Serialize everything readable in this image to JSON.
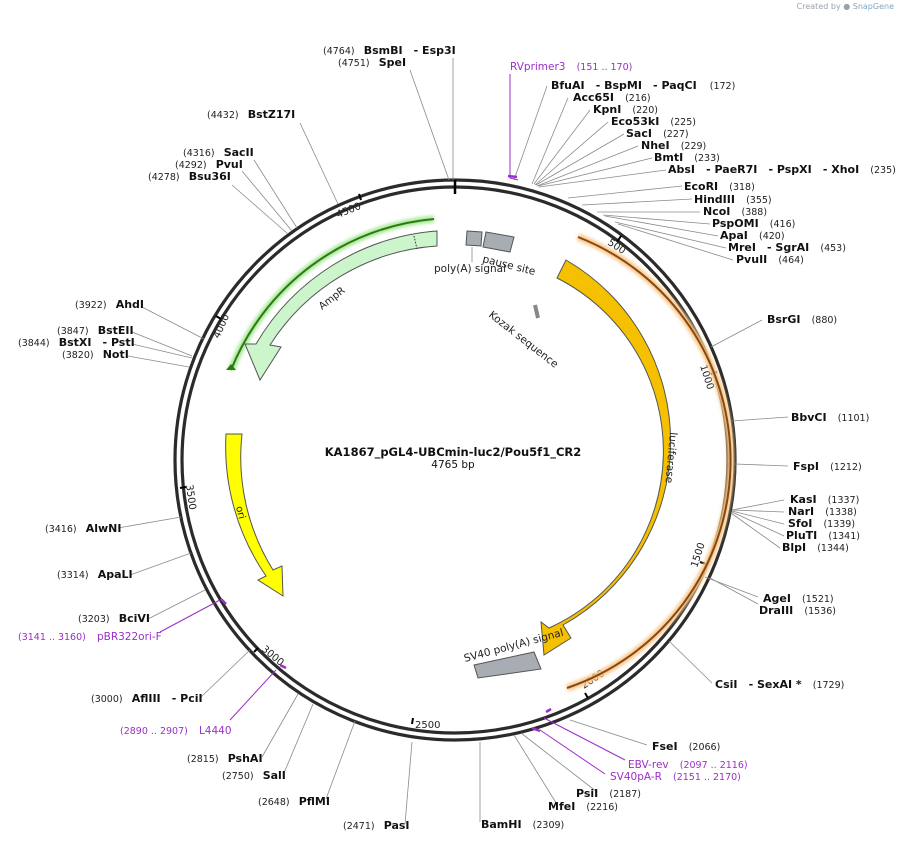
{
  "app": {
    "credit_prefix": "Created by",
    "credit_brand": "SnapGene"
  },
  "plasmid": {
    "name": "KA1867_pGL4-UBCmin-luc2/Pou5f1_CR2",
    "size_label": "4765 bp",
    "length": 4765
  },
  "ticks": [
    "500",
    "1000",
    "1500",
    "2000",
    "2500",
    "3000",
    "3500",
    "4000",
    "4500"
  ],
  "features": {
    "luciferase": "luciferase",
    "ampr": "AmpR",
    "ori": "ori",
    "sv40": "SV40 poly(A) signal",
    "pause_site": "pause site",
    "polya": "poly(A) signal",
    "kozak": "Kozak sequence"
  },
  "enzymes": {
    "esp3i": {
      "pos": "(4764)",
      "name": "BsmBI",
      "alt": "- Esp3I"
    },
    "spei": {
      "pos": "(4751)",
      "name": "SpeI"
    },
    "bstz17i": {
      "pos": "(4432)",
      "name": "BstZ17I"
    },
    "sacii": {
      "pos": "(4316)",
      "name": "SacII"
    },
    "pvui": {
      "pos": "(4292)",
      "name": "PvuI"
    },
    "bsu36i": {
      "pos": "(4278)",
      "name": "Bsu36I"
    },
    "ahdi": {
      "pos": "(3922)",
      "name": "AhdI"
    },
    "bsteii": {
      "pos": "(3847)",
      "name": "BstEII"
    },
    "bstxi": {
      "pos": "(3844)",
      "name": "BstXI",
      "alt": "- PstI"
    },
    "noti": {
      "pos": "(3820)",
      "name": "NotI"
    },
    "alwni": {
      "pos": "(3416)",
      "name": "AlwNI"
    },
    "apali": {
      "pos": "(3314)",
      "name": "ApaLI"
    },
    "bcivi": {
      "pos": "(3203)",
      "name": "BciVI"
    },
    "afliii": {
      "pos": "(3000)",
      "name": "AflIII",
      "alt": "- PciI"
    },
    "pshai": {
      "pos": "(2815)",
      "name": "PshAI"
    },
    "sali": {
      "pos": "(2750)",
      "name": "SalI"
    },
    "pflmi": {
      "pos": "(2648)",
      "name": "PflMI"
    },
    "pasi": {
      "pos": "(2471)",
      "name": "PasI"
    },
    "bamhi": {
      "name": "BamHI",
      "pos": "(2309)"
    },
    "mfei": {
      "name": "MfeI",
      "pos": "(2216)"
    },
    "psii": {
      "name": "PsiI",
      "pos": "(2187)"
    },
    "fsei": {
      "name": "FseI",
      "pos": "(2066)"
    },
    "csii": {
      "name": "CsiI",
      "alt": "- SexAI *",
      "pos": "(1729)"
    },
    "agei": {
      "name": "AgeI",
      "pos": "(1521)"
    },
    "draiii": {
      "name": "DraIII",
      "pos": "(1536)"
    },
    "kasi": {
      "name": "KasI",
      "pos": "(1337)"
    },
    "nari": {
      "name": "NarI",
      "pos": "(1338)"
    },
    "sfoi": {
      "name": "SfoI",
      "pos": "(1339)"
    },
    "pluti": {
      "name": "PluTI",
      "pos": "(1341)"
    },
    "blpi": {
      "name": "BlpI",
      "pos": "(1344)"
    },
    "fspi": {
      "name": "FspI",
      "pos": "(1212)"
    },
    "bbvci": {
      "name": "BbvCI",
      "pos": "(1101)"
    },
    "bsrgi": {
      "name": "BsrGI",
      "pos": "(880)"
    },
    "bfuai": {
      "name": "BfuAI",
      "alt": "- BspMI",
      "alt2": "- PaqCI",
      "pos": "(172)"
    },
    "acc65i": {
      "name": "Acc65I",
      "pos": "(216)"
    },
    "kpni": {
      "name": "KpnI",
      "pos": "(220)"
    },
    "eco53ki": {
      "name": "Eco53kI",
      "pos": "(225)"
    },
    "saci": {
      "name": "SacI",
      "pos": "(227)"
    },
    "nhei": {
      "name": "NheI",
      "pos": "(229)"
    },
    "bmti": {
      "name": "BmtI",
      "pos": "(233)"
    },
    "absi": {
      "name": "AbsI",
      "alt": "- PaeR7I",
      "alt2": "- PspXI",
      "alt3": "- XhoI",
      "pos": "(235)"
    },
    "ecori": {
      "name": "EcoRI",
      "pos": "(318)"
    },
    "hindiii": {
      "name": "HindIII",
      "pos": "(355)"
    },
    "ncoi": {
      "name": "NcoI",
      "pos": "(388)"
    },
    "pspomi": {
      "name": "PspOMI",
      "pos": "(416)"
    },
    "apai": {
      "name": "ApaI",
      "pos": "(420)"
    },
    "mrei": {
      "name": "MreI",
      "alt": "- SgrAI",
      "pos": "(453)"
    },
    "pvuii": {
      "name": "PvuII",
      "pos": "(464)"
    }
  },
  "primers": {
    "rvprimer3": {
      "name": "RVprimer3",
      "pos": "(151 .. 170)"
    },
    "pbr322ori": {
      "pos": "(3141 .. 3160)",
      "name": "pBR322ori-F"
    },
    "l4440": {
      "pos": "(2890 .. 2907)",
      "name": "L4440"
    },
    "ebvrev": {
      "name": "EBV-rev",
      "pos": "(2097 .. 2116)"
    },
    "sv40par": {
      "name": "SV40pA-R",
      "pos": "(2151 .. 2170)"
    }
  },
  "colors": {
    "backbone": "#2b2b2b",
    "luciferase": "#f5c000",
    "luciferase_outline": "#a0522d",
    "ampr": "#ccf5cc",
    "ampr_highlight": "#3c8c1e",
    "ori": "#ffff00",
    "misc_feature": "#a7adb3",
    "primer": "#9b2fc7"
  }
}
